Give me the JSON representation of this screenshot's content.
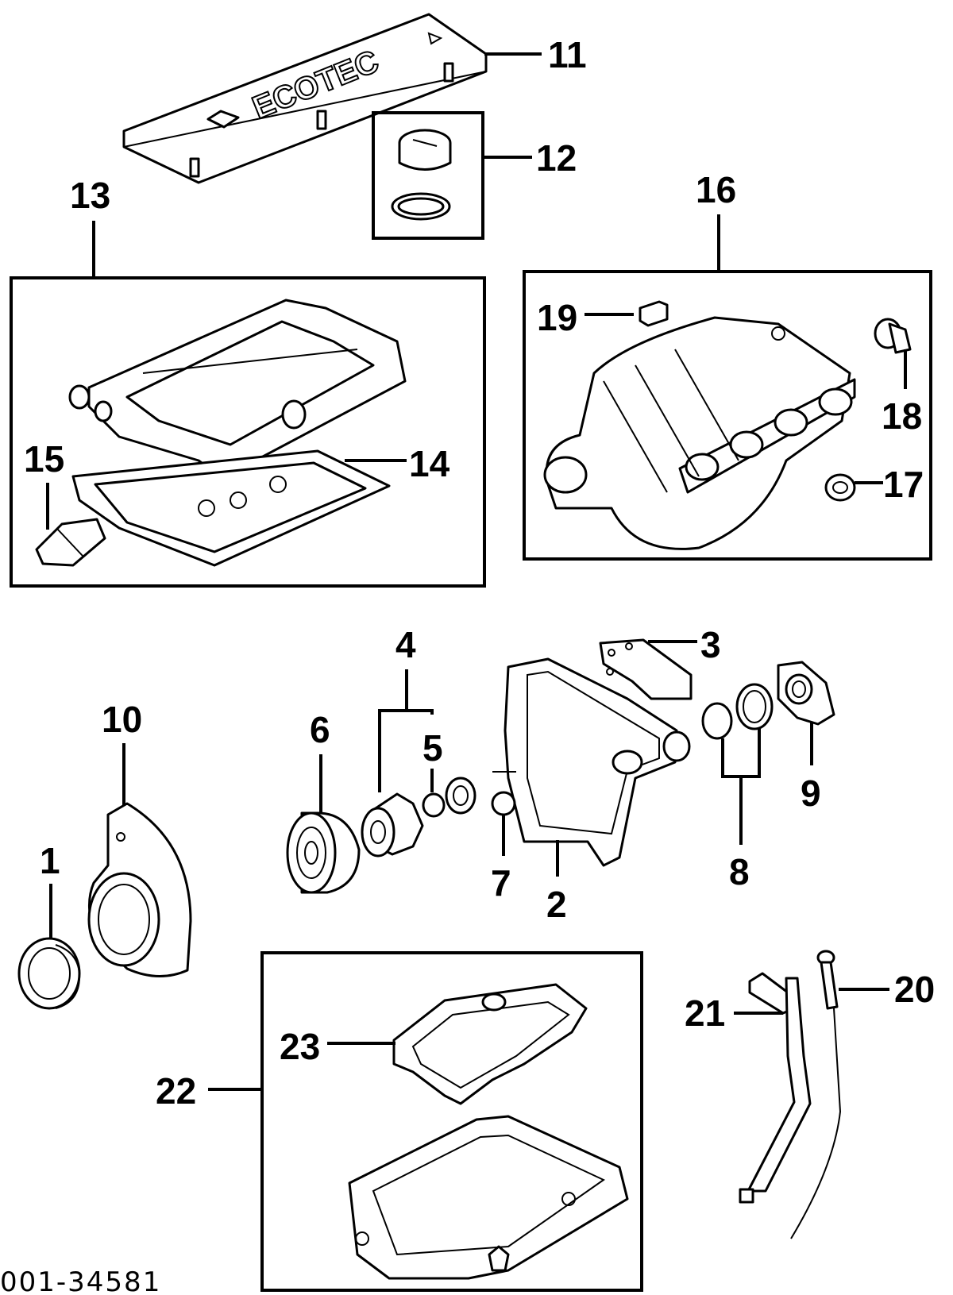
{
  "figure_id": "001-34581",
  "logo_text": "ECOTEC",
  "callouts": [
    "1",
    "2",
    "3",
    "4",
    "5",
    "6",
    "7",
    "8",
    "9",
    "10",
    "11",
    "12",
    "13",
    "14",
    "15",
    "16",
    "17",
    "18",
    "19",
    "20",
    "21",
    "22",
    "23"
  ]
}
